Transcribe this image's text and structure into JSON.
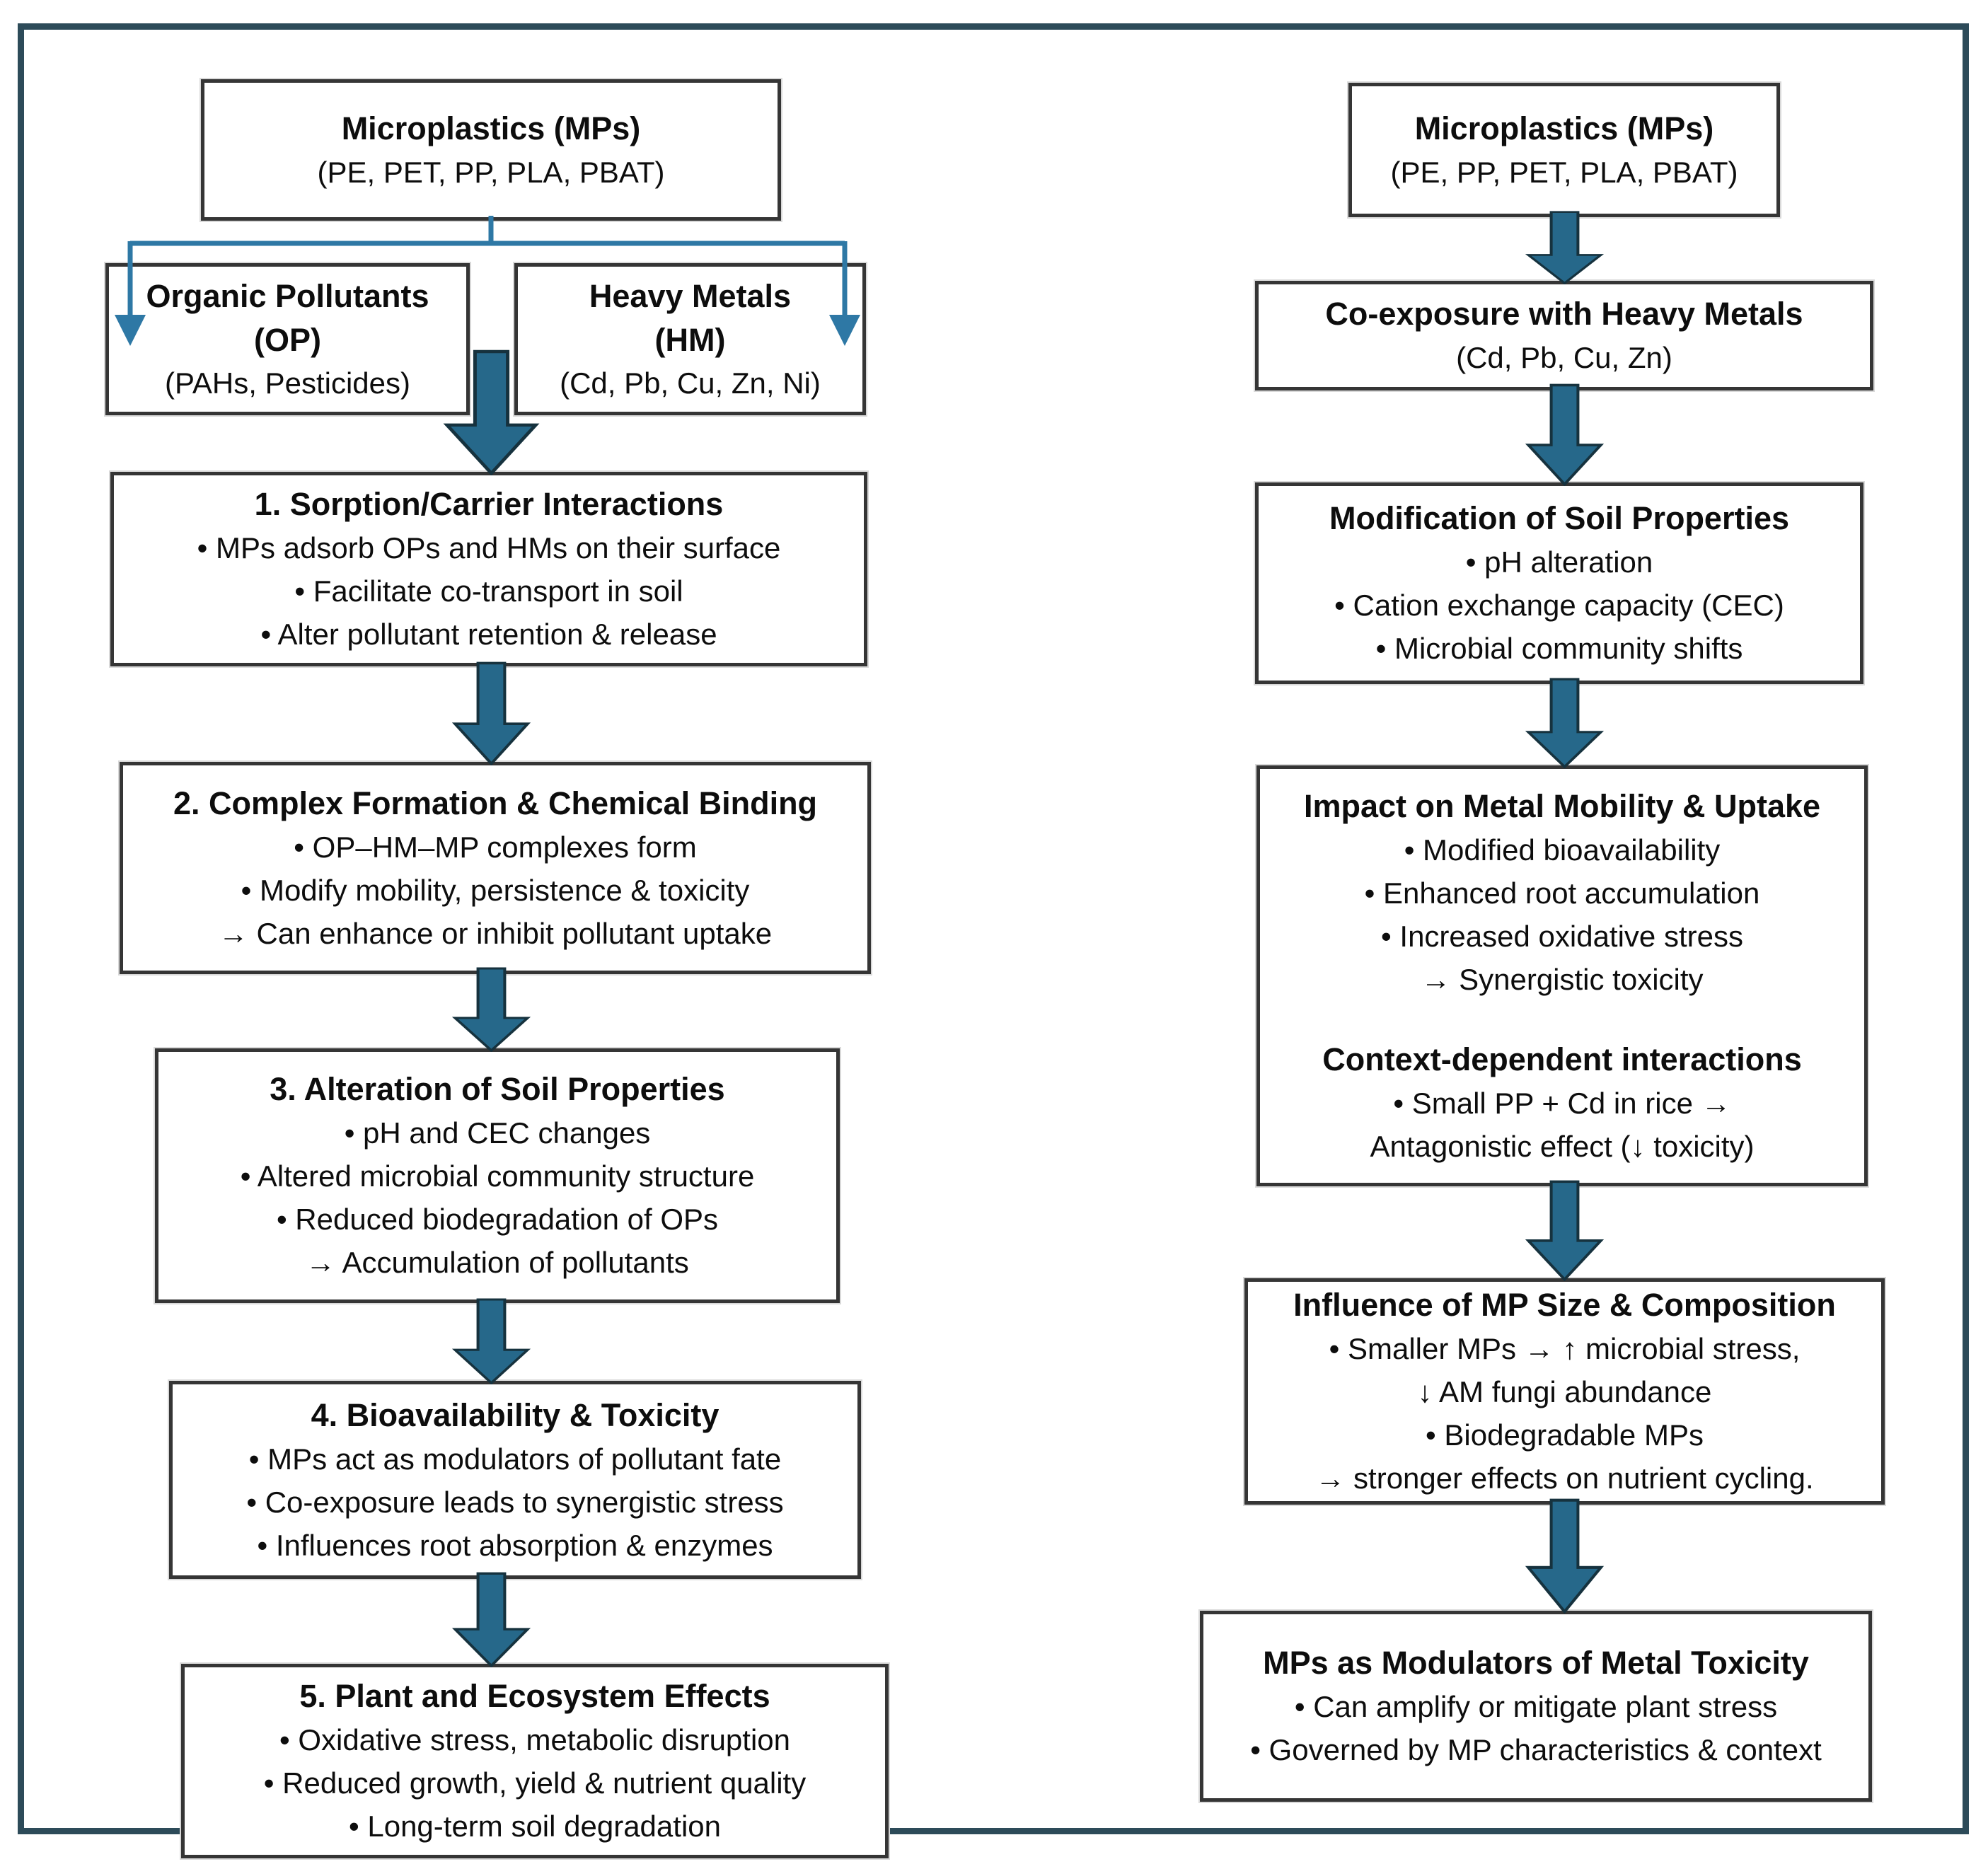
{
  "colors": {
    "frame_border": "#2d4b59",
    "box_border": "#353535",
    "arrow_fill": "#26688a",
    "arrow_outline": "#16323e",
    "branch_connector": "#2e78a5",
    "text": "#0d0d0d",
    "background": "#ffffff"
  },
  "left": {
    "root": {
      "title": "Microplastics (MPs)",
      "subtitle": "(PE, PET, PP, PLA, PBAT)"
    },
    "op": {
      "title": "Organic Pollutants",
      "abbr": "(OP)",
      "detail": "(PAHs, Pesticides)"
    },
    "hm": {
      "title": "Heavy Metals",
      "abbr": "(HM)",
      "detail": "(Cd, Pb, Cu, Zn, Ni)"
    },
    "steps": [
      {
        "title": "1. Sorption/Carrier Interactions",
        "lines": [
          "• MPs adsorb OPs and HMs on their surface",
          "• Facilitate co-transport in soil",
          "• Alter pollutant retention & release"
        ]
      },
      {
        "title": "2. Complex Formation & Chemical Binding",
        "lines": [
          "• OP–HM–MP complexes form",
          "• Modify mobility, persistence & toxicity",
          "→ Can enhance or inhibit pollutant uptake"
        ]
      },
      {
        "title": "3. Alteration of Soil Properties",
        "lines": [
          "• pH and CEC changes",
          "• Altered microbial community structure",
          "• Reduced biodegradation of OPs",
          "→ Accumulation of pollutants"
        ]
      },
      {
        "title": "4. Bioavailability & Toxicity",
        "lines": [
          "• MPs act as modulators of pollutant fate",
          "• Co-exposure leads to synergistic stress",
          "• Influences root absorption & enzymes"
        ]
      },
      {
        "title": "5. Plant and Ecosystem Effects",
        "lines": [
          "• Oxidative stress, metabolic disruption",
          "• Reduced growth, yield & nutrient quality",
          "• Long-term soil degradation"
        ]
      }
    ]
  },
  "right": {
    "steps": [
      {
        "title": "Microplastics (MPs)",
        "lines": [
          "(PE, PP, PET, PLA, PBAT)"
        ]
      },
      {
        "title": "Co-exposure with Heavy Metals",
        "lines": [
          "(Cd, Pb, Cu, Zn)"
        ]
      },
      {
        "title": "Modification of Soil Properties",
        "lines": [
          "• pH alteration",
          "• Cation exchange capacity (CEC)",
          "• Microbial community shifts"
        ]
      },
      {
        "title": "Impact on Metal Mobility & Uptake",
        "lines": [
          "• Modified bioavailability",
          "• Enhanced root accumulation",
          "• Increased oxidative stress",
          "→ Synergistic toxicity"
        ],
        "subheading": "Context-dependent interactions",
        "sublines": [
          "• Small PP + Cd in rice →",
          "Antagonistic effect (↓ toxicity)"
        ]
      },
      {
        "title": "Influence of MP Size & Composition",
        "lines": [
          "• Smaller MPs → ↑ microbial stress,",
          "↓ AM fungi abundance",
          "• Biodegradable MPs",
          "→ stronger effects on nutrient cycling."
        ]
      },
      {
        "title": "MPs as Modulators of Metal Toxicity",
        "lines": [
          "• Can amplify or mitigate plant stress",
          "• Governed by MP characteristics & context"
        ]
      }
    ]
  }
}
